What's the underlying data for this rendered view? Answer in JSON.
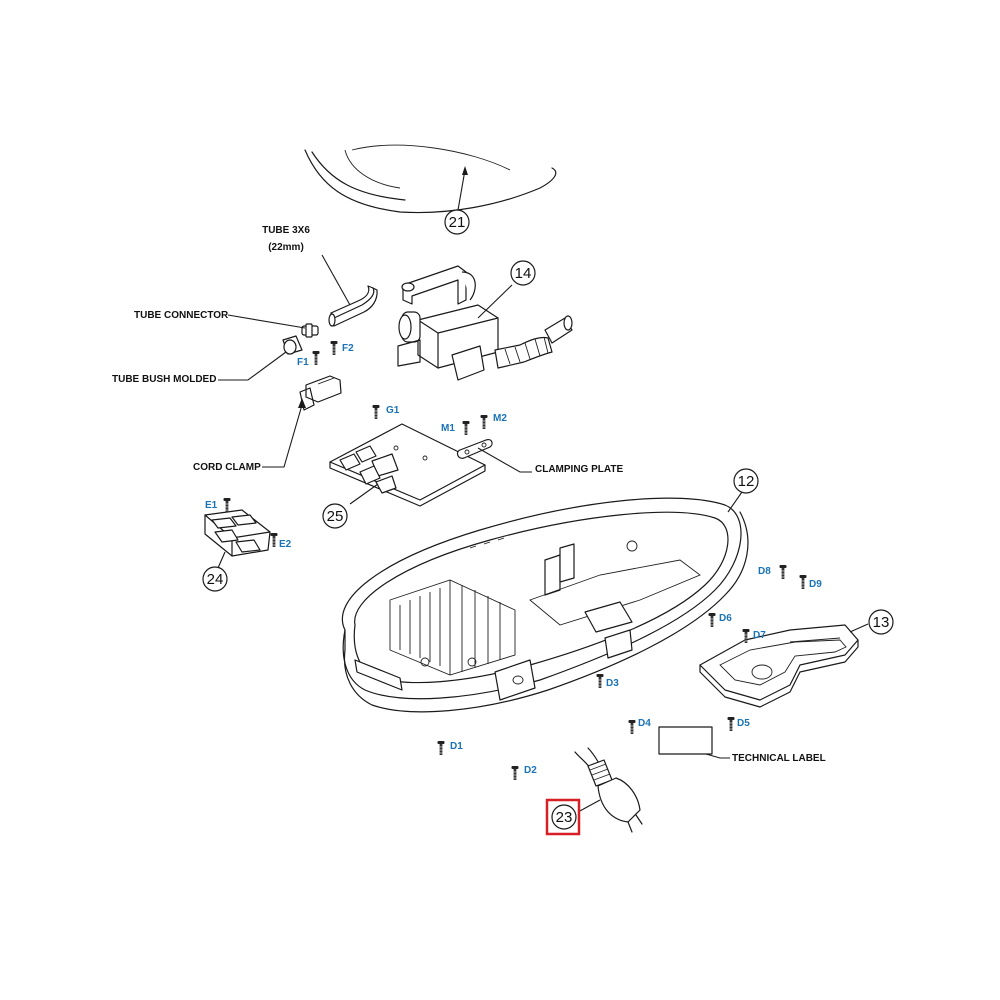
{
  "colors": {
    "screw_label": "#1a73b8",
    "line": "#1a1a1a",
    "highlight": "#d81f26",
    "background": "#ffffff"
  },
  "labels": {
    "tube": "TUBE 3X6",
    "tube_len": "(22mm)",
    "tube_connector": "TUBE CONNECTOR",
    "tube_bush": "TUBE BUSH MOLDED",
    "cord_clamp": "CORD CLAMP",
    "clamping_plate": "CLAMPING PLATE",
    "technical_label": "TECHNICAL LABEL"
  },
  "parts": {
    "p21": "21",
    "p14": "14",
    "p25": "25",
    "p24": "24",
    "p12": "12",
    "p13": "13",
    "p23": "23"
  },
  "screws": {
    "F1": "F1",
    "F2": "F2",
    "G1": "G1",
    "M1": "M1",
    "M2": "M2",
    "E1": "E1",
    "E2": "E2",
    "D1": "D1",
    "D2": "D2",
    "D3": "D3",
    "D4": "D4",
    "D5": "D5",
    "D6": "D6",
    "D7": "D7",
    "D8": "D8",
    "D9": "D9"
  },
  "highlighted_part": "23"
}
